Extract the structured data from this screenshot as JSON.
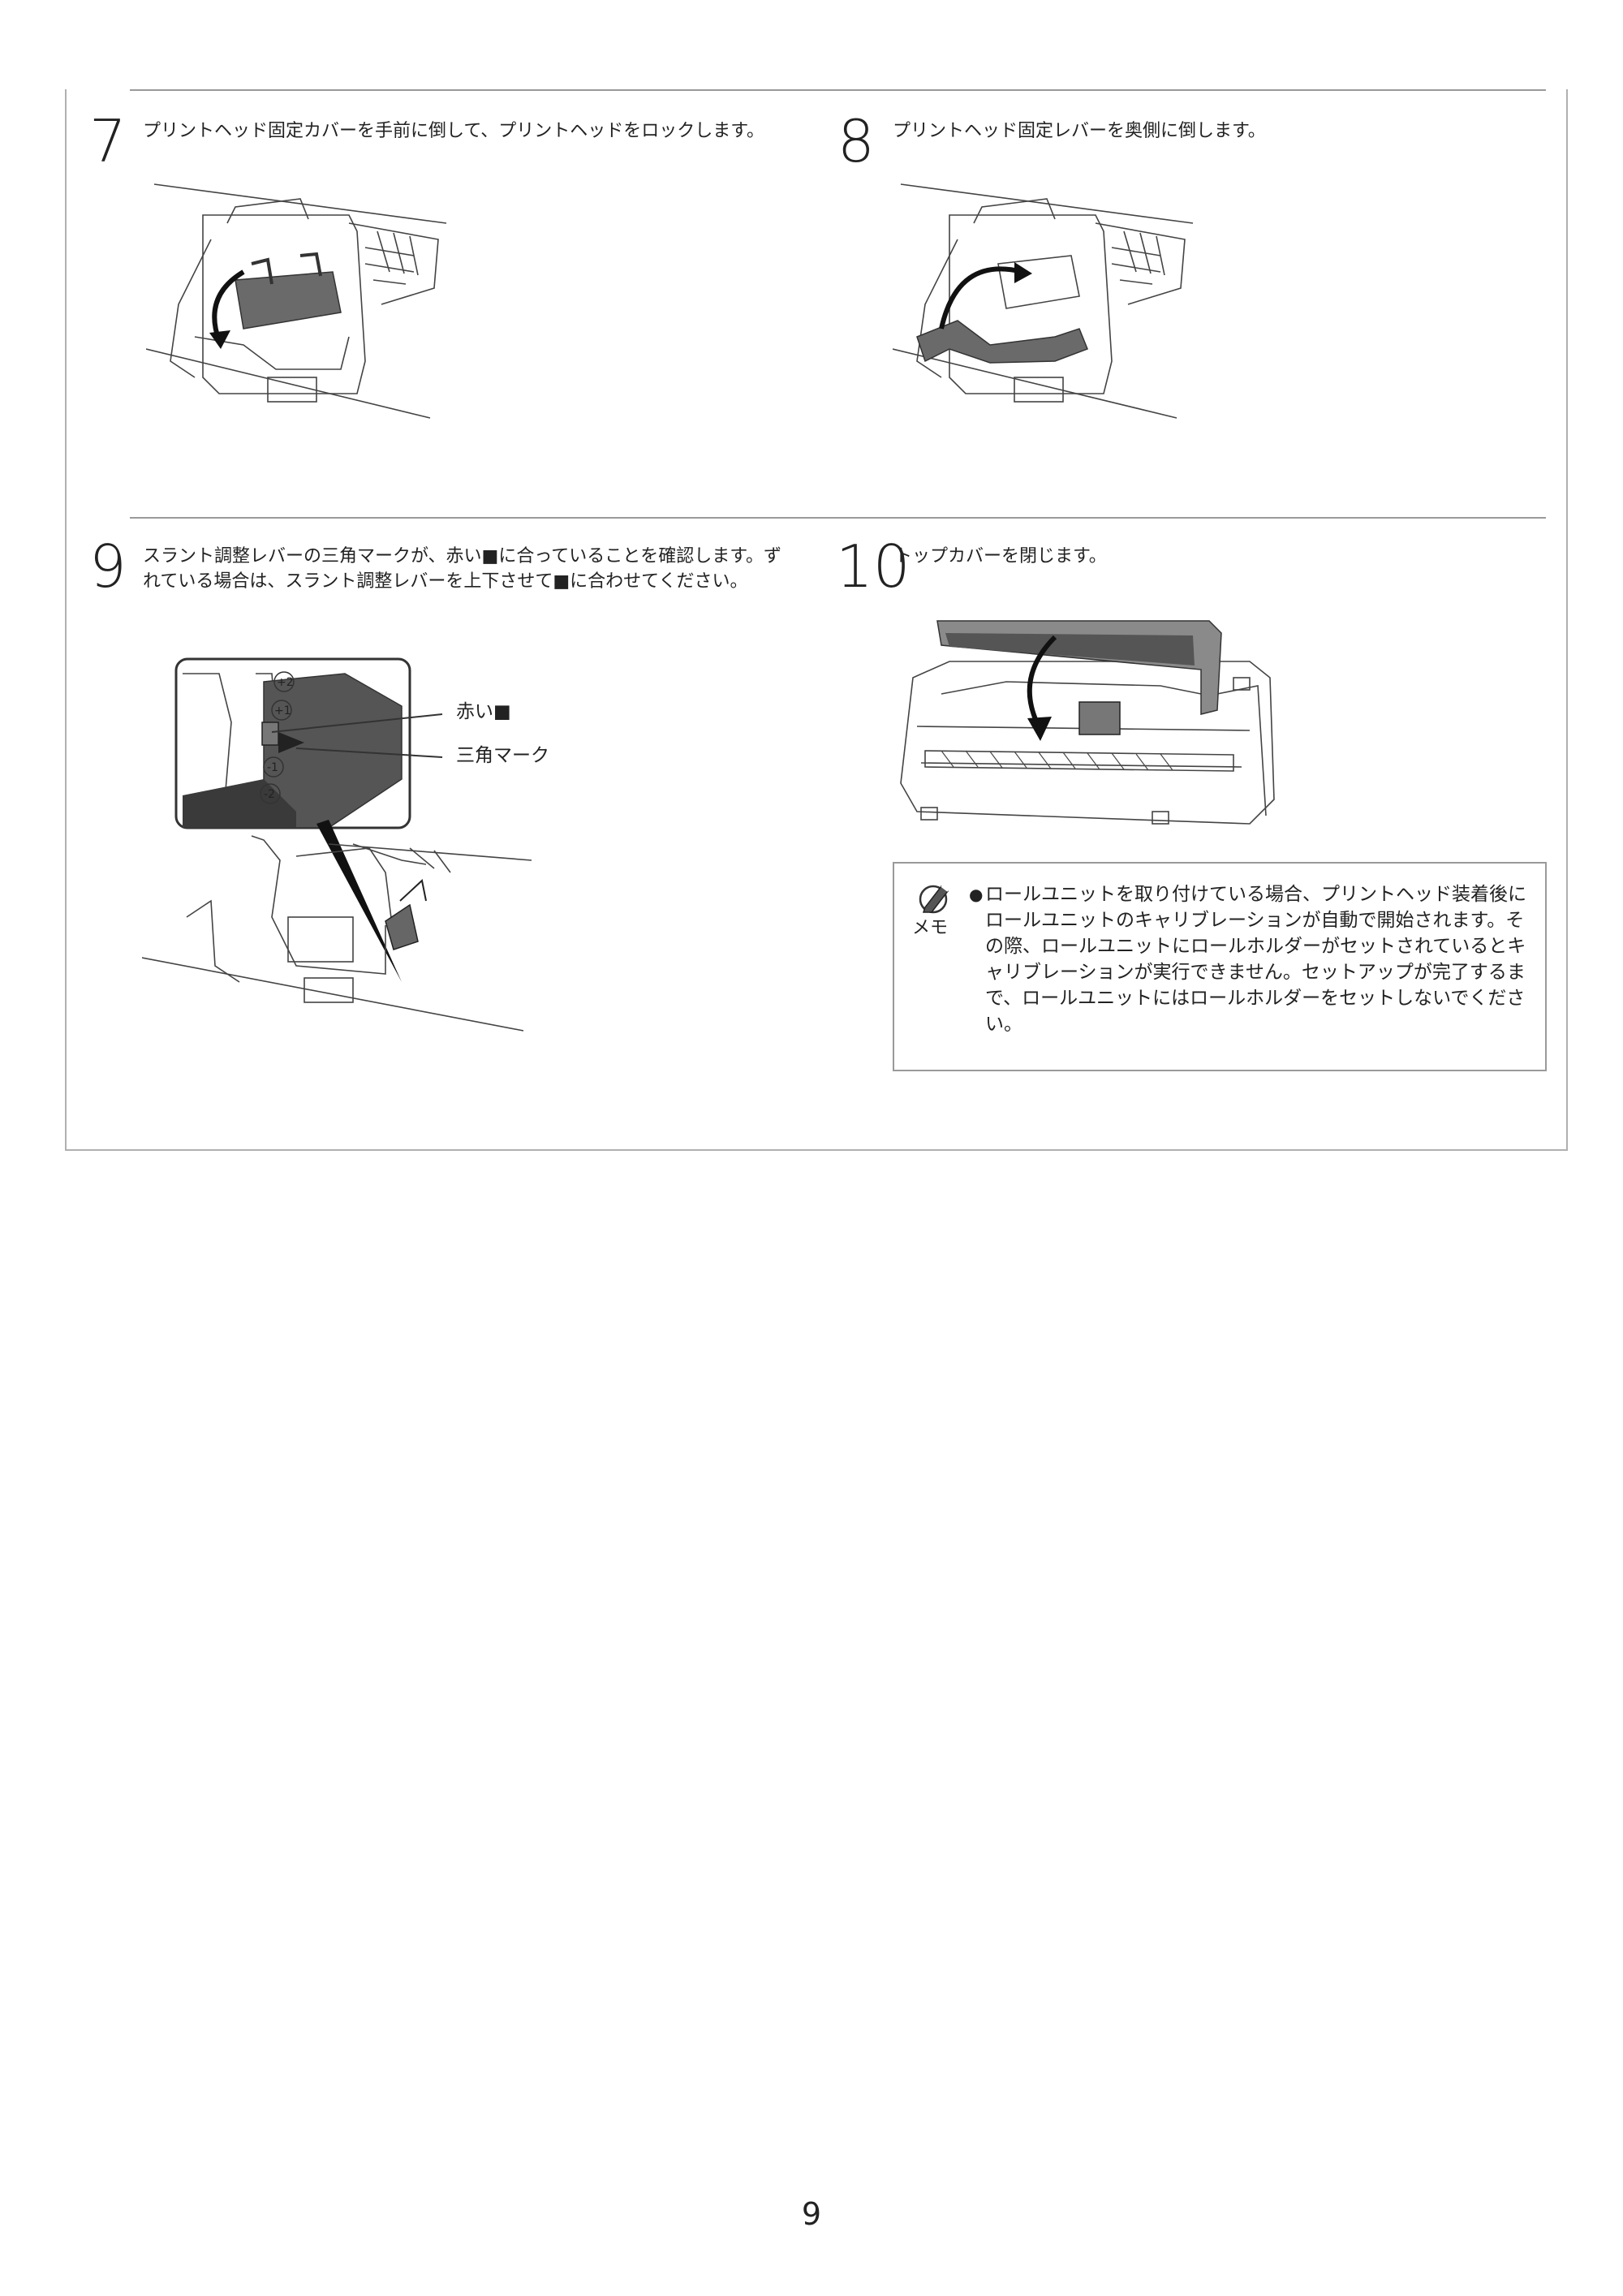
{
  "steps": [
    {
      "number": "7",
      "text": "プリントヘッド固定カバーを手前に倒して、プリントヘッドをロックします。"
    },
    {
      "number": "8",
      "text": "プリントヘッド固定レバーを奥側に倒します。"
    },
    {
      "number": "9",
      "text": "スラント調整レバーの三角マークが、赤い■に合っていることを確認します。ずれている場合は、スラント調整レバーを上下させて■に合わせてください。"
    },
    {
      "number": "10",
      "text": "トップカバーを閉じます。"
    }
  ],
  "step9_callouts": {
    "red_mark": "赤い■",
    "triangle_mark": "三角マーク",
    "scale": [
      "+2",
      "+1",
      "-1",
      "-2"
    ]
  },
  "memo": {
    "label": "メモ",
    "bullet": "●",
    "text": "ロールユニットを取り付けている場合、プリントヘッド装着後にロールユニットのキャリブレーションが自動で開始されます。その際、ロールユニットにロールホルダーがセットされているとキャリブレーションが実行できません。セットアップが完了するまで、ロールユニットにはロールホルダーをセットしないでください。"
  },
  "page_number": "9"
}
